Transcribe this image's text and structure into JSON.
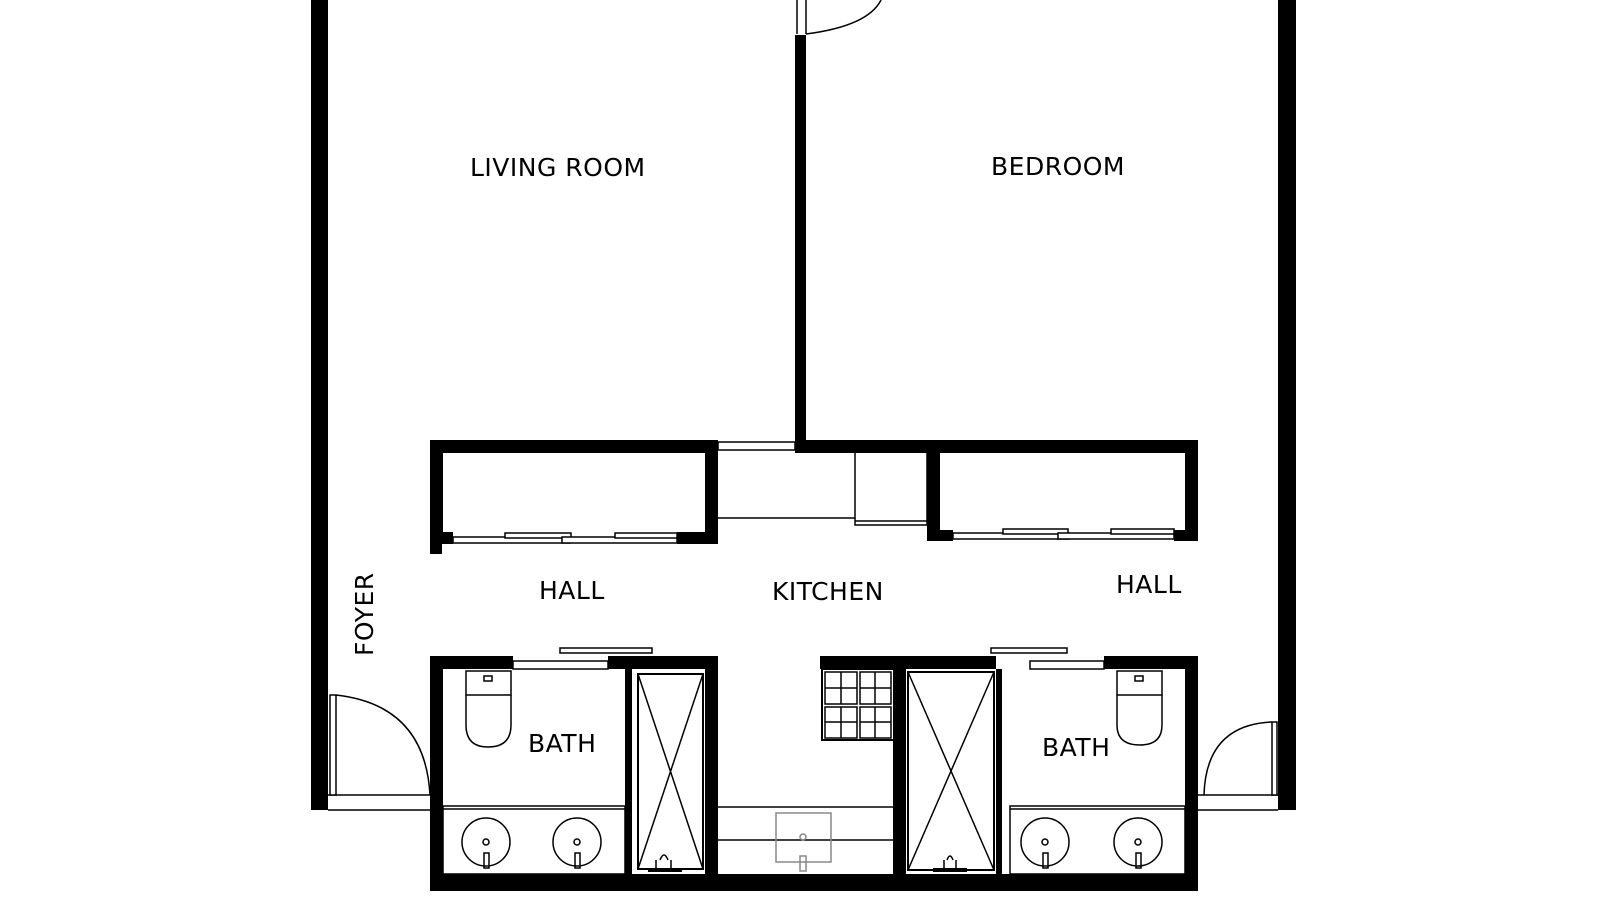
{
  "rooms": {
    "living_room": "LIVING ROOM",
    "bedroom": "BEDROOM",
    "hall_left": "HALL",
    "kitchen": "KITCHEN",
    "hall_right": "HALL",
    "foyer": "FOYER",
    "bath_left": "BATH",
    "bath_right": "BATH"
  }
}
